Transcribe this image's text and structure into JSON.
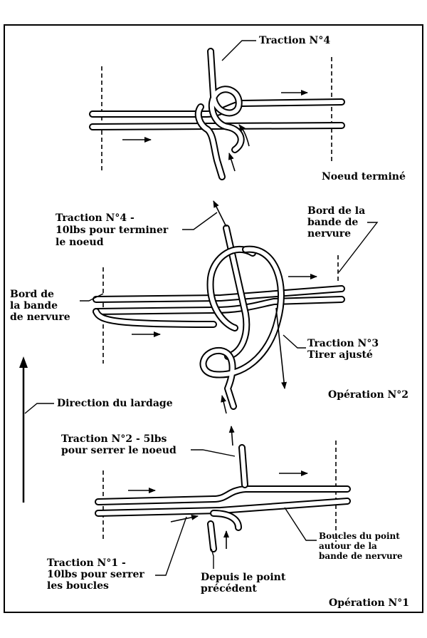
{
  "labels": {
    "traction4_top": "Traction N°4",
    "noeud_termine": "Noeud terminé",
    "traction4_mid_1": "Traction N°4 -",
    "traction4_mid_2": "10lbs pour terminer",
    "traction4_mid_3": "le noeud",
    "bord_right_1": "Bord de la",
    "bord_right_2": "bande de",
    "bord_right_3": "nervure",
    "bord_left_1": "Bord de",
    "bord_left_2": "la bande",
    "bord_left_3": "de nervure",
    "traction3_1": "Traction N°3",
    "traction3_2": "Tirer ajusté",
    "operation2": "Opération N°2",
    "direction": "Direction du lardage",
    "traction2_1": "Traction N°2 - 5lbs",
    "traction2_2": "pour serrer le noeud",
    "boucles_1": "Boucles du point",
    "boucles_2": "autour de la",
    "boucles_3": "bande de nervure",
    "traction1_1": "Traction N°1 -",
    "traction1_2": "10lbs pour serrer",
    "traction1_3": "les boucles",
    "depuis_1": "Depuis le point",
    "depuis_2": "précédent",
    "operation1": "Opération N°1"
  }
}
